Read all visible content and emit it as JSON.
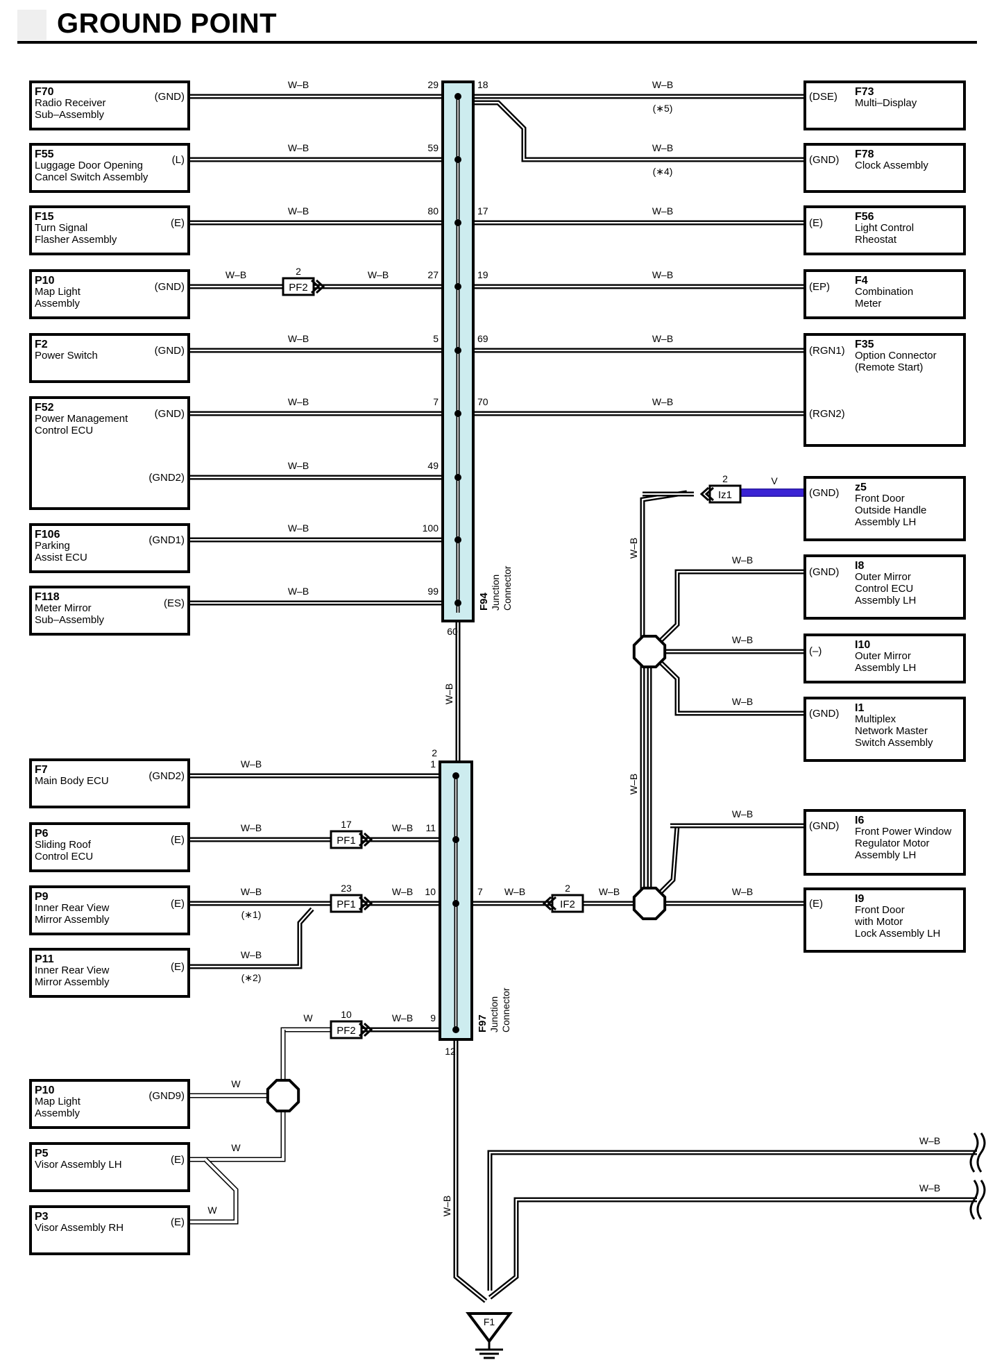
{
  "title": "GROUND POINT",
  "colors": {
    "wire_wb": "#000000",
    "wire_w": "#ffffff",
    "wire_v": "#3b24d4",
    "junction_fill": "#cdecef"
  },
  "left_components": [
    {
      "id": "F70",
      "desc": [
        "Radio Receiver",
        "Sub–Assembly"
      ],
      "pins": [
        {
          "label": "(GND)",
          "wire": "W–B",
          "jpin": "29"
        }
      ]
    },
    {
      "id": "F55",
      "desc": [
        "Luggage Door Opening",
        "Cancel Switch Assembly"
      ],
      "pins": [
        {
          "label": "(L)",
          "wire": "W–B",
          "jpin": "59"
        }
      ]
    },
    {
      "id": "F15",
      "desc": [
        "Turn Signal",
        "Flasher Assembly"
      ],
      "pins": [
        {
          "label": "(E)",
          "wire": "W–B",
          "jpin": "80"
        }
      ]
    },
    {
      "id": "P10",
      "desc": [
        "Map Light",
        "Assembly"
      ],
      "pins": [
        {
          "label": "(GND)",
          "wire": "W–B",
          "jpin": "27"
        }
      ]
    },
    {
      "id": "F2",
      "desc": [
        "Power Switch"
      ],
      "pins": [
        {
          "label": "(GND)",
          "wire": "W–B",
          "jpin": "5"
        }
      ]
    },
    {
      "id": "F52",
      "desc": [
        "Power Management",
        "Control ECU"
      ],
      "pins": [
        {
          "label": "(GND)",
          "wire": "W–B",
          "jpin": "7"
        },
        {
          "label": "(GND2)",
          "wire": "W–B",
          "jpin": "49"
        }
      ]
    },
    {
      "id": "F106",
      "desc": [
        "Parking",
        "Assist ECU"
      ],
      "pins": [
        {
          "label": "(GND1)",
          "wire": "W–B",
          "jpin": "100"
        }
      ]
    },
    {
      "id": "F118",
      "desc": [
        "Meter Mirror",
        "Sub–Assembly"
      ],
      "pins": [
        {
          "label": "(ES)",
          "wire": "W–B",
          "jpin": "99"
        }
      ]
    },
    {
      "id": "F7",
      "desc": [
        "Main Body ECU"
      ],
      "pins": [
        {
          "label": "(GND2)",
          "wire": "W–B",
          "jpin": "1"
        }
      ]
    },
    {
      "id": "P6",
      "desc": [
        "Sliding Roof",
        "Control ECU"
      ],
      "pins": [
        {
          "label": "(E)",
          "wire": "W–B",
          "jpin": "11"
        }
      ]
    },
    {
      "id": "P9",
      "desc": [
        "Inner Rear View",
        "Mirror Assembly"
      ],
      "pins": [
        {
          "label": "(E)",
          "wire": "W–B",
          "note": "(∗1)",
          "jpin": "10"
        }
      ]
    },
    {
      "id": "P11",
      "desc": [
        "Inner Rear View",
        "Mirror Assembly"
      ],
      "pins": [
        {
          "label": "(E)",
          "wire": "W–B",
          "note": "(∗2)"
        }
      ]
    },
    {
      "id": "P10",
      "desc": [
        "Map Light",
        "Assembly"
      ],
      "pins": [
        {
          "label": "(GND9)",
          "wire": "W"
        }
      ]
    },
    {
      "id": "P5",
      "desc": [
        "Visor Assembly LH"
      ],
      "pins": [
        {
          "label": "(E)",
          "wire": "W"
        }
      ]
    },
    {
      "id": "P3",
      "desc": [
        "Visor Assembly RH"
      ],
      "pins": [
        {
          "label": "(E)",
          "wire": "W"
        }
      ]
    }
  ],
  "right_components": [
    {
      "id": "F73",
      "desc": [
        "Multi–Display"
      ],
      "pins": [
        {
          "label": "(DSE)",
          "wire": "W–B",
          "note": "(∗5)",
          "jpin": "18"
        }
      ]
    },
    {
      "id": "F78",
      "desc": [
        "Clock Assembly"
      ],
      "pins": [
        {
          "label": "(GND)",
          "wire": "W–B",
          "note": "(∗4)"
        }
      ]
    },
    {
      "id": "F56",
      "desc": [
        "Light Control",
        "Rheostat"
      ],
      "pins": [
        {
          "label": "(E)",
          "wire": "W–B",
          "jpin": "17"
        }
      ]
    },
    {
      "id": "F4",
      "desc": [
        "Combination",
        "Meter"
      ],
      "pins": [
        {
          "label": "(EP)",
          "wire": "W–B",
          "jpin": "19"
        }
      ]
    },
    {
      "id": "F35",
      "desc": [
        "Option Connector",
        "(Remote Start)"
      ],
      "pins": [
        {
          "label": "(RGN1)",
          "wire": "W–B",
          "jpin": "69"
        },
        {
          "label": "(RGN2)",
          "wire": "W–B",
          "jpin": "70"
        }
      ]
    },
    {
      "id": "z5",
      "desc": [
        "Front Door",
        "Outside Handle",
        "Assembly LH"
      ],
      "pins": [
        {
          "label": "(GND)",
          "wire": "V"
        }
      ]
    },
    {
      "id": "I8",
      "desc": [
        "Outer Mirror",
        "Control ECU",
        "Assembly LH"
      ],
      "pins": [
        {
          "label": "(GND)",
          "wire": "W–B"
        }
      ]
    },
    {
      "id": "I10",
      "desc": [
        "Outer Mirror",
        "Assembly LH"
      ],
      "pins": [
        {
          "label": "(–)",
          "wire": "W–B"
        }
      ]
    },
    {
      "id": "I1",
      "desc": [
        "Multiplex",
        "Network Master",
        "Switch Assembly"
      ],
      "pins": [
        {
          "label": "(GND)",
          "wire": "W–B"
        }
      ]
    },
    {
      "id": "I6",
      "desc": [
        "Front Power Window",
        "Regulator Motor",
        "Assembly LH"
      ],
      "pins": [
        {
          "label": "(GND)",
          "wire": "W–B"
        }
      ]
    },
    {
      "id": "I9",
      "desc": [
        "Front Door",
        "with Motor",
        "Lock Assembly LH"
      ],
      "pins": [
        {
          "label": "(E)",
          "wire": "W–B"
        }
      ]
    }
  ],
  "junctions": [
    {
      "id": "F94",
      "name": [
        "Junction",
        "Connector"
      ],
      "out_pin": "60"
    },
    {
      "id": "F97",
      "name": [
        "Junction",
        "Connector"
      ],
      "in_pin": "2",
      "out_pins": [
        "7",
        "12"
      ]
    }
  ],
  "inline_connectors": [
    {
      "id": "PF2",
      "pin": "2"
    },
    {
      "id": "PF1",
      "pin": "17"
    },
    {
      "id": "PF1",
      "pin": "23"
    },
    {
      "id": "PF2",
      "pin": "10"
    },
    {
      "id": "IF2",
      "pin": "2"
    },
    {
      "id": "Iz1",
      "pin": "2"
    }
  ],
  "trunk_labels": {
    "f94_f97": "W–B",
    "f97_ground": "W–B",
    "right_vertical": "W–B",
    "if2_left": "W–B",
    "if2_right": "W–B",
    "pf2_w": "W",
    "iz1_v": "V",
    "extra_1": "W–B",
    "extra_2": "W–B"
  },
  "ground": {
    "id": "F1"
  }
}
